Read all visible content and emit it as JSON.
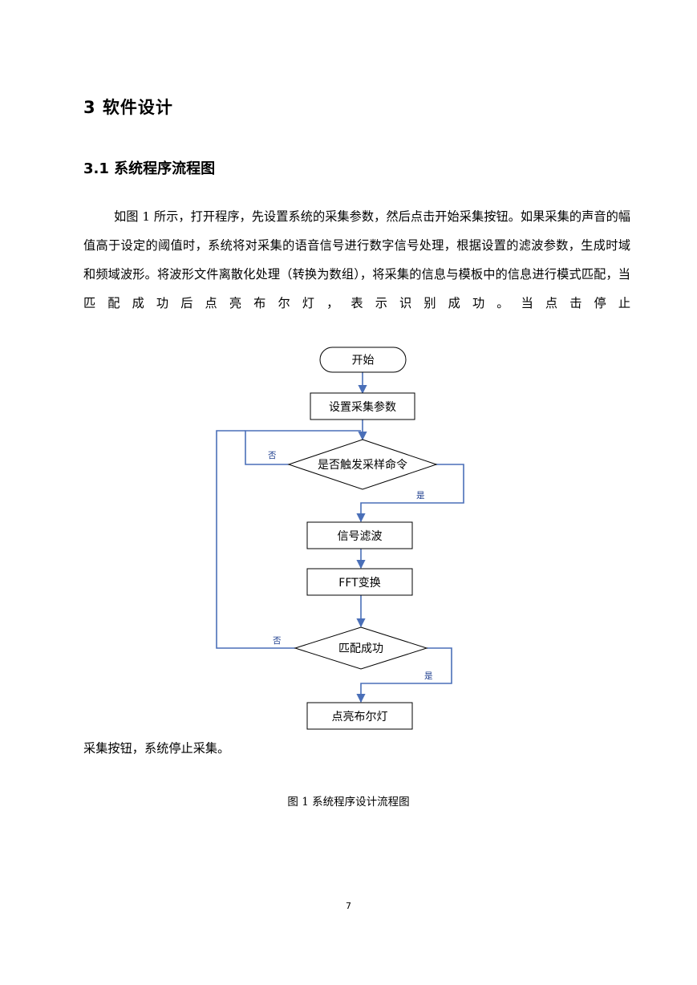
{
  "section_title": "3 软件设计",
  "subsection_title": "3.1 系统程序流程图",
  "paragraph_1": "如图 1 所示，打开程序，先设置系统的采集参数，然后点击开始采集按钮。如果采集的声音的幅值高于设定的阈值时，系统将对采集的语音信号进行数字信号处理，根据设置的滤波参数，生成时域和频域波形。将波形文件离散化处理（转换为数组），将采集的信息与模板中的信息进行模式匹配，当匹配成功后点亮布尔灯，表示识别成功。当点击停止",
  "paragraph_2": "采集按钮，系统停止采集。",
  "figure_caption": "图 1 系统程序设计流程图",
  "page_number": "7",
  "flowchart": {
    "start": "开始",
    "set_params": "设置采集参数",
    "decision_trigger": "是否触发采样命令",
    "signal_filter": "信号滤波",
    "fft": "FFT变换",
    "decision_match": "匹配成功",
    "light_led": "点亮布尔灯",
    "label_no_1": "否",
    "label_yes_1": "是",
    "label_no_2": "否",
    "label_yes_2": "是"
  },
  "colors": {
    "connector": "#4a6fb8",
    "branch_label": "#1f3f8f"
  }
}
